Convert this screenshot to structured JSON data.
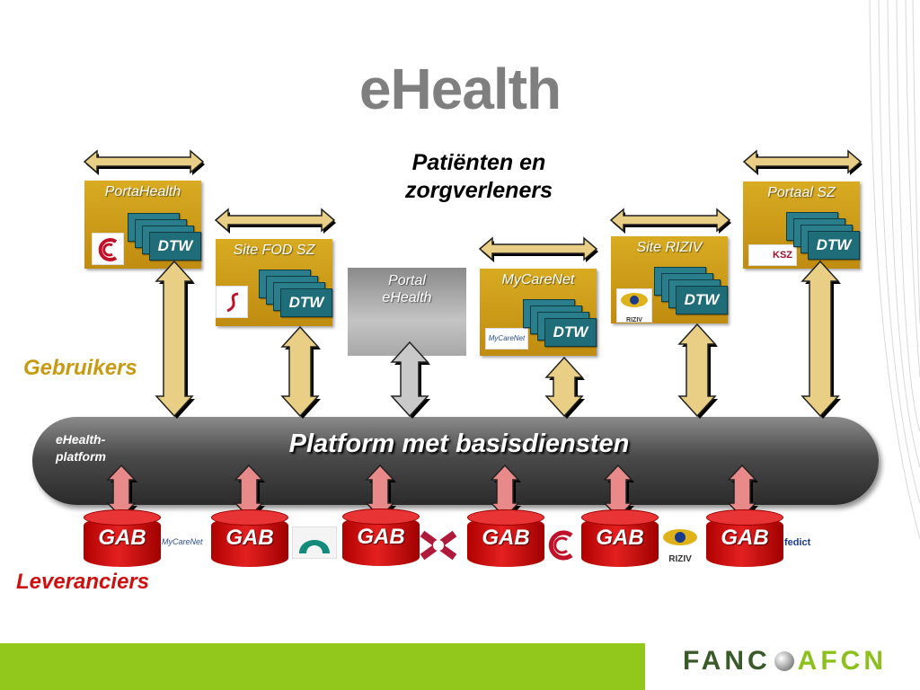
{
  "title": "eHealth",
  "heading": [
    "Patiënten en",
    "zorgverleners"
  ],
  "portals": [
    {
      "name": "PortaHealth",
      "card_label": "DTW",
      "logo": "smals-logo-icon"
    },
    {
      "name": "Site FOD SZ",
      "card_label": "DTW",
      "logo": "fod-sz-logo-icon"
    },
    {
      "name": "MyCareNet",
      "card_label": "DTW",
      "logo": "mycarenet-logo-icon"
    },
    {
      "name": "Site RIZIV",
      "card_label": "DTW",
      "logo": "riziv-logo-icon"
    },
    {
      "name": "Portaal SZ",
      "card_label": "DTW",
      "logo": "ksz-logo-icon"
    }
  ],
  "portal_ehealth": [
    "Portal",
    "eHealth"
  ],
  "logo_texts": {
    "ksz": "KSZ",
    "riziv": "RIZIV",
    "mycarenet": "MyCareNet",
    "fedict": "fedict"
  },
  "platform": {
    "label": [
      "eHealth-",
      "platform"
    ],
    "title": "Platform met basisdiensten"
  },
  "users_label": "Gebruikers",
  "suppliers_label": "Leveranciers",
  "gab_label": "GAB",
  "footer_logo": {
    "left": "FANC",
    "right": "AFCN"
  },
  "colors": {
    "portal": "#c8941a",
    "card": "#2a7d8a",
    "gab": "#d01818",
    "users_label": "#c89a10",
    "suppliers_label": "#d01010",
    "footer_bar": "#92c71c",
    "arrow_gold": "#e8cf85",
    "arrow_pink": "#e88a8a",
    "arrow_grey": "#c9c9c9"
  }
}
